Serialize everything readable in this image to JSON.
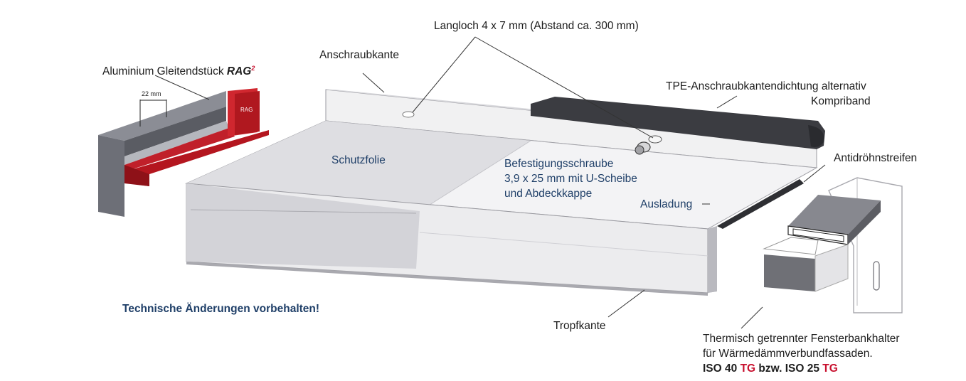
{
  "labels": {
    "langloch": "Langloch 4 x 7 mm (Abstand ca. 300 mm)",
    "anschraubkante": "Anschraubkante",
    "aluminium_prefix": "Aluminium Gleitendstück ",
    "aluminium_brand": "RAG",
    "aluminium_sup": "2",
    "dim_22mm": "22 mm",
    "rag_mark": "RAG",
    "tpe_line1": "TPE-Anschraubkantendichtung alternativ",
    "tpe_line2": "Kompriband",
    "schutzfolie": "Schutzfolie",
    "schraube_line1": "Befestigungsschraube",
    "schraube_line2": "3,9 x 25 mm mit U-Scheibe",
    "schraube_line3": "und  Abdeckkappe",
    "antidroehn": "Antidröhnstreifen",
    "ausladung": "Ausladung",
    "technische": "Technische Änderungen vorbehalten!",
    "tropfkante": "Tropfkante",
    "thermisch_line1": "Thermisch getrennter Fensterbankhalter",
    "thermisch_line2": "für Wärmedämmverbundfassaden.",
    "iso_a": "ISO 40 ",
    "iso_tg1": "TG",
    "iso_b": " bzw. ISO 25 ",
    "iso_tg2": "TG"
  },
  "colors": {
    "text": "#1d1d1d",
    "blue_text": "#1f3f68",
    "accent_red": "#c8102e",
    "seal": "#3a3b3f",
    "aluminium_grey": "#7c7e86",
    "gleitend_red": "#c0202a"
  }
}
